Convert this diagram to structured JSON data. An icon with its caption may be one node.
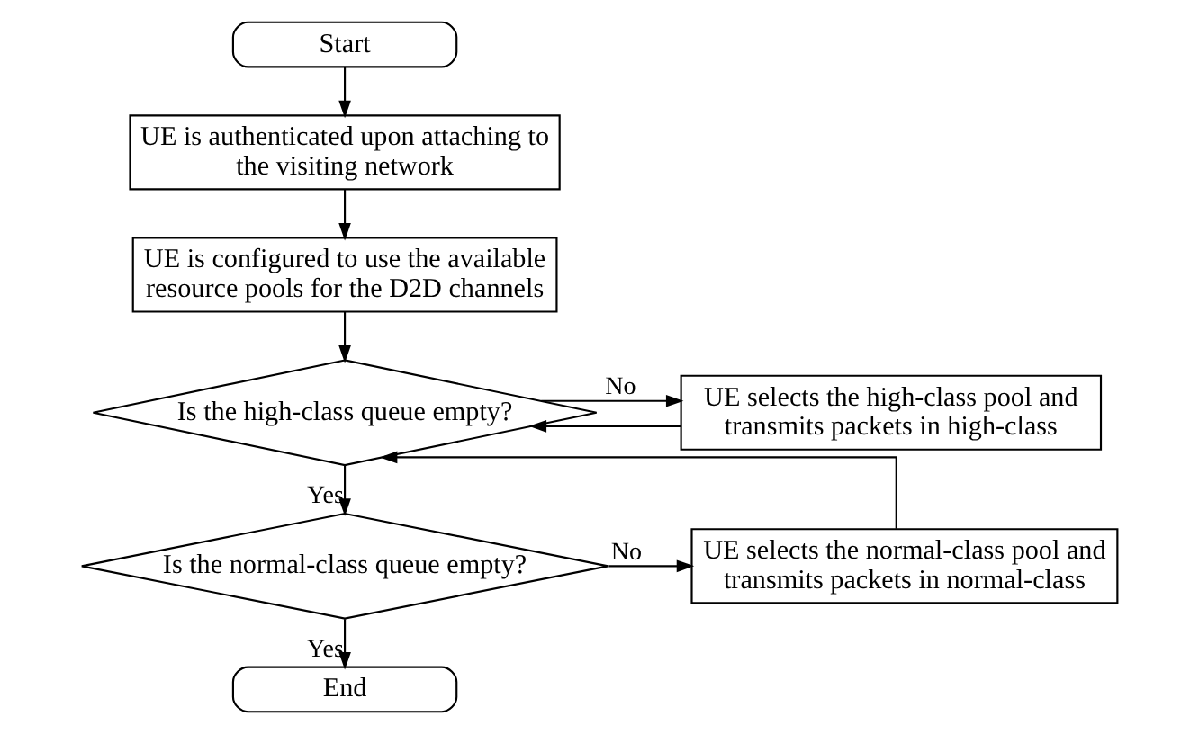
{
  "diagram": {
    "nodes": [
      {
        "text": [
          "Start"
        ]
      },
      {
        "text": [
          "UE is authenticated upon attaching to the visiting network"
        ]
      },
      {
        "text": [
          "UE is configured to use the available resource pools for the D2D channels"
        ]
      },
      {
        "text": [
          "Is the high-class queue empty?"
        ]
      },
      {
        "text": [
          "UE selects the high-class pool and transmits packets in high-class"
        ]
      },
      {
        "text": [
          "Is the normal-class queue empty?"
        ]
      },
      {
        "text": [
          "UE selects the normal-class pool and transmits packets in normal-class"
        ]
      },
      {
        "text": [
          "End"
        ]
      }
    ],
    "edges": [
      {
        "from": 0,
        "to": 1,
        "arrow": "to"
      },
      {
        "from": 1,
        "to": 2,
        "arrow": "to"
      },
      {
        "from": 2,
        "to": 3,
        "arrow": "to"
      },
      {
        "from": 3,
        "to": 4,
        "label": "No",
        "arrow": "to"
      },
      {
        "from": 3,
        "to": 5,
        "label": "Yes",
        "arrow": "to"
      },
      {
        "from": 5,
        "to": 6,
        "label": "No",
        "arrow": "to"
      },
      {
        "from": 5,
        "to": 7,
        "label": "Yes",
        "arrow": "to"
      },
      {
        "from": 4,
        "to": 3,
        "arrow": "to"
      },
      {
        "from": 6,
        "to": 3,
        "arrow": "to"
      }
    ]
  }
}
